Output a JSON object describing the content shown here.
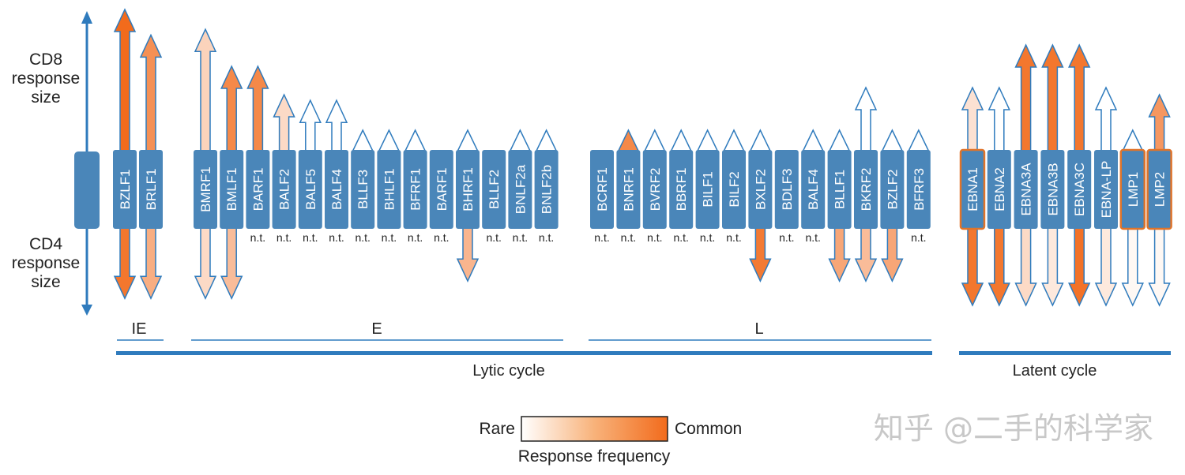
{
  "axis": {
    "top_label": [
      "CD8",
      "response",
      "size"
    ],
    "bottom_label": [
      "CD4",
      "response",
      "size"
    ]
  },
  "colors": {
    "box": "#4a86b9",
    "axis": "#2f7bbd",
    "common": "#f26b1c",
    "rare": "#ffffff",
    "outline_blue": "#2f7bbd",
    "outline_orange": "#e0742a",
    "bar": "#2f7bbd"
  },
  "legend": {
    "rare": "Rare",
    "common": "Common",
    "title": "Response frequency"
  },
  "phases": {
    "ie": "IE",
    "e": "E",
    "l": "L"
  },
  "cycles": {
    "lytic": "Lytic cycle",
    "latent": "Latent cycle"
  },
  "not_tested_label": "n.t.",
  "watermark": "知乎 @二手的科学家",
  "genes": [
    {
      "name": "BZLF1",
      "group": "IE",
      "cd8": {
        "size": 1.0,
        "freq": 1.0
      },
      "cd4": {
        "size": 0.82,
        "freq": 0.92
      },
      "nt": false,
      "highlight": false
    },
    {
      "name": "BRLF1",
      "group": "IE",
      "cd8": {
        "size": 0.82,
        "freq": 0.75
      },
      "cd4": {
        "size": 0.82,
        "freq": 0.55
      },
      "nt": false,
      "highlight": false
    },
    {
      "name": "BMRF1",
      "group": "E",
      "cd8": {
        "size": 0.86,
        "freq": 0.3
      },
      "cd4": {
        "size": 0.82,
        "freq": 0.25
      },
      "nt": false,
      "highlight": false
    },
    {
      "name": "BMLF1",
      "group": "E",
      "cd8": {
        "size": 0.6,
        "freq": 0.8
      },
      "cd4": {
        "size": 0.82,
        "freq": 0.45
      },
      "nt": false,
      "highlight": false
    },
    {
      "name": "BARF1",
      "group": "E",
      "cd8": {
        "size": 0.6,
        "freq": 0.8
      },
      "cd4": null,
      "nt": true,
      "highlight": false
    },
    {
      "name": "BALF2",
      "group": "E",
      "cd8": {
        "size": 0.4,
        "freq": 0.25
      },
      "cd4": null,
      "nt": true,
      "highlight": false
    },
    {
      "name": "BALF5",
      "group": "E",
      "cd8": {
        "size": 0.36,
        "freq": 0.0
      },
      "cd4": null,
      "nt": true,
      "highlight": false
    },
    {
      "name": "BALF4",
      "group": "E",
      "cd8": {
        "size": 0.36,
        "freq": 0.0
      },
      "cd4": null,
      "nt": true,
      "highlight": false
    },
    {
      "name": "BLLF3",
      "group": "E",
      "cd8": {
        "size": 0.15,
        "freq": 0.0
      },
      "cd4": null,
      "nt": true,
      "highlight": false
    },
    {
      "name": "BHLF1",
      "group": "E",
      "cd8": {
        "size": 0.15,
        "freq": 0.0
      },
      "cd4": null,
      "nt": true,
      "highlight": false
    },
    {
      "name": "BFRF1",
      "group": "E",
      "cd8": {
        "size": 0.15,
        "freq": 0.0
      },
      "cd4": null,
      "nt": true,
      "highlight": false
    },
    {
      "name": "BARF1",
      "group": "E",
      "cd8": null,
      "cd4": null,
      "nt": true,
      "highlight": false
    },
    {
      "name": "BHRF1",
      "group": "E",
      "cd8": {
        "size": 0.15,
        "freq": 0.0
      },
      "cd4": {
        "size": 0.62,
        "freq": 0.5
      },
      "nt": false,
      "highlight": false
    },
    {
      "name": "BLLF2",
      "group": "E",
      "cd8": null,
      "cd4": null,
      "nt": true,
      "highlight": false
    },
    {
      "name": "BNLF2a",
      "group": "E",
      "cd8": {
        "size": 0.15,
        "freq": 0.0
      },
      "cd4": null,
      "nt": true,
      "highlight": false
    },
    {
      "name": "BNLF2b",
      "group": "E",
      "cd8": {
        "size": 0.15,
        "freq": 0.0
      },
      "cd4": null,
      "nt": true,
      "highlight": false
    },
    {
      "name": "BCRF1",
      "group": "L",
      "cd8": null,
      "cd4": null,
      "nt": true,
      "highlight": false
    },
    {
      "name": "BNRF1",
      "group": "L",
      "cd8": {
        "size": 0.15,
        "freq": 0.8
      },
      "cd4": null,
      "nt": true,
      "highlight": false
    },
    {
      "name": "BVRF2",
      "group": "L",
      "cd8": {
        "size": 0.15,
        "freq": 0.0
      },
      "cd4": null,
      "nt": true,
      "highlight": false
    },
    {
      "name": "BBRF1",
      "group": "L",
      "cd8": {
        "size": 0.15,
        "freq": 0.0
      },
      "cd4": null,
      "nt": true,
      "highlight": false
    },
    {
      "name": "BILF1",
      "group": "L",
      "cd8": {
        "size": 0.15,
        "freq": 0.0
      },
      "cd4": null,
      "nt": true,
      "highlight": false
    },
    {
      "name": "BILF2",
      "group": "L",
      "cd8": {
        "size": 0.15,
        "freq": 0.0
      },
      "cd4": null,
      "nt": true,
      "highlight": false
    },
    {
      "name": "BXLF2",
      "group": "L",
      "cd8": {
        "size": 0.15,
        "freq": 0.0
      },
      "cd4": {
        "size": 0.62,
        "freq": 0.9
      },
      "nt": false,
      "highlight": false
    },
    {
      "name": "BDLF3",
      "group": "L",
      "cd8": null,
      "cd4": null,
      "nt": true,
      "highlight": false
    },
    {
      "name": "BALF4",
      "group": "L",
      "cd8": {
        "size": 0.15,
        "freq": 0.0
      },
      "cd4": null,
      "nt": true,
      "highlight": false
    },
    {
      "name": "BLLF1",
      "group": "L",
      "cd8": {
        "size": 0.15,
        "freq": 0.0
      },
      "cd4": {
        "size": 0.62,
        "freq": 0.6
      },
      "nt": false,
      "highlight": false
    },
    {
      "name": "BKRF2",
      "group": "L",
      "cd8": {
        "size": 0.45,
        "freq": 0.0
      },
      "cd4": {
        "size": 0.62,
        "freq": 0.45
      },
      "nt": false,
      "highlight": false
    },
    {
      "name": "BZLF2",
      "group": "L",
      "cd8": {
        "size": 0.15,
        "freq": 0.0
      },
      "cd4": {
        "size": 0.62,
        "freq": 0.6
      },
      "nt": false,
      "highlight": false
    },
    {
      "name": "BFRF3",
      "group": "L",
      "cd8": {
        "size": 0.15,
        "freq": 0.0
      },
      "cd4": null,
      "nt": true,
      "highlight": false
    },
    {
      "name": "EBNA1",
      "group": "Latent",
      "cd8": {
        "size": 0.45,
        "freq": 0.2
      },
      "cd4": {
        "size": 0.9,
        "freq": 0.92
      },
      "nt": false,
      "highlight": true
    },
    {
      "name": "EBNA2",
      "group": "Latent",
      "cd8": {
        "size": 0.45,
        "freq": 0.0
      },
      "cd4": {
        "size": 0.9,
        "freq": 0.92
      },
      "nt": false,
      "highlight": false
    },
    {
      "name": "EBNA3A",
      "group": "Latent",
      "cd8": {
        "size": 0.75,
        "freq": 0.92
      },
      "cd4": {
        "size": 0.9,
        "freq": 0.25
      },
      "nt": false,
      "highlight": false
    },
    {
      "name": "EBNA3B",
      "group": "Latent",
      "cd8": {
        "size": 0.75,
        "freq": 0.92
      },
      "cd4": {
        "size": 0.9,
        "freq": 0.15
      },
      "nt": false,
      "highlight": false
    },
    {
      "name": "EBNA3C",
      "group": "Latent",
      "cd8": {
        "size": 0.75,
        "freq": 0.92
      },
      "cd4": {
        "size": 0.9,
        "freq": 0.95
      },
      "nt": false,
      "highlight": false
    },
    {
      "name": "EBNA-LP",
      "group": "Latent",
      "cd8": {
        "size": 0.45,
        "freq": 0.0
      },
      "cd4": {
        "size": 0.9,
        "freq": 0.15
      },
      "nt": false,
      "highlight": false
    },
    {
      "name": "LMP1",
      "group": "Latent",
      "cd8": {
        "size": 0.15,
        "freq": 0.0
      },
      "cd4": {
        "size": 0.9,
        "freq": 0.05
      },
      "nt": false,
      "highlight": true
    },
    {
      "name": "LMP2",
      "group": "Latent",
      "cd8": {
        "size": 0.4,
        "freq": 0.7
      },
      "cd4": {
        "size": 0.9,
        "freq": 0.05
      },
      "nt": false,
      "highlight": true
    }
  ]
}
